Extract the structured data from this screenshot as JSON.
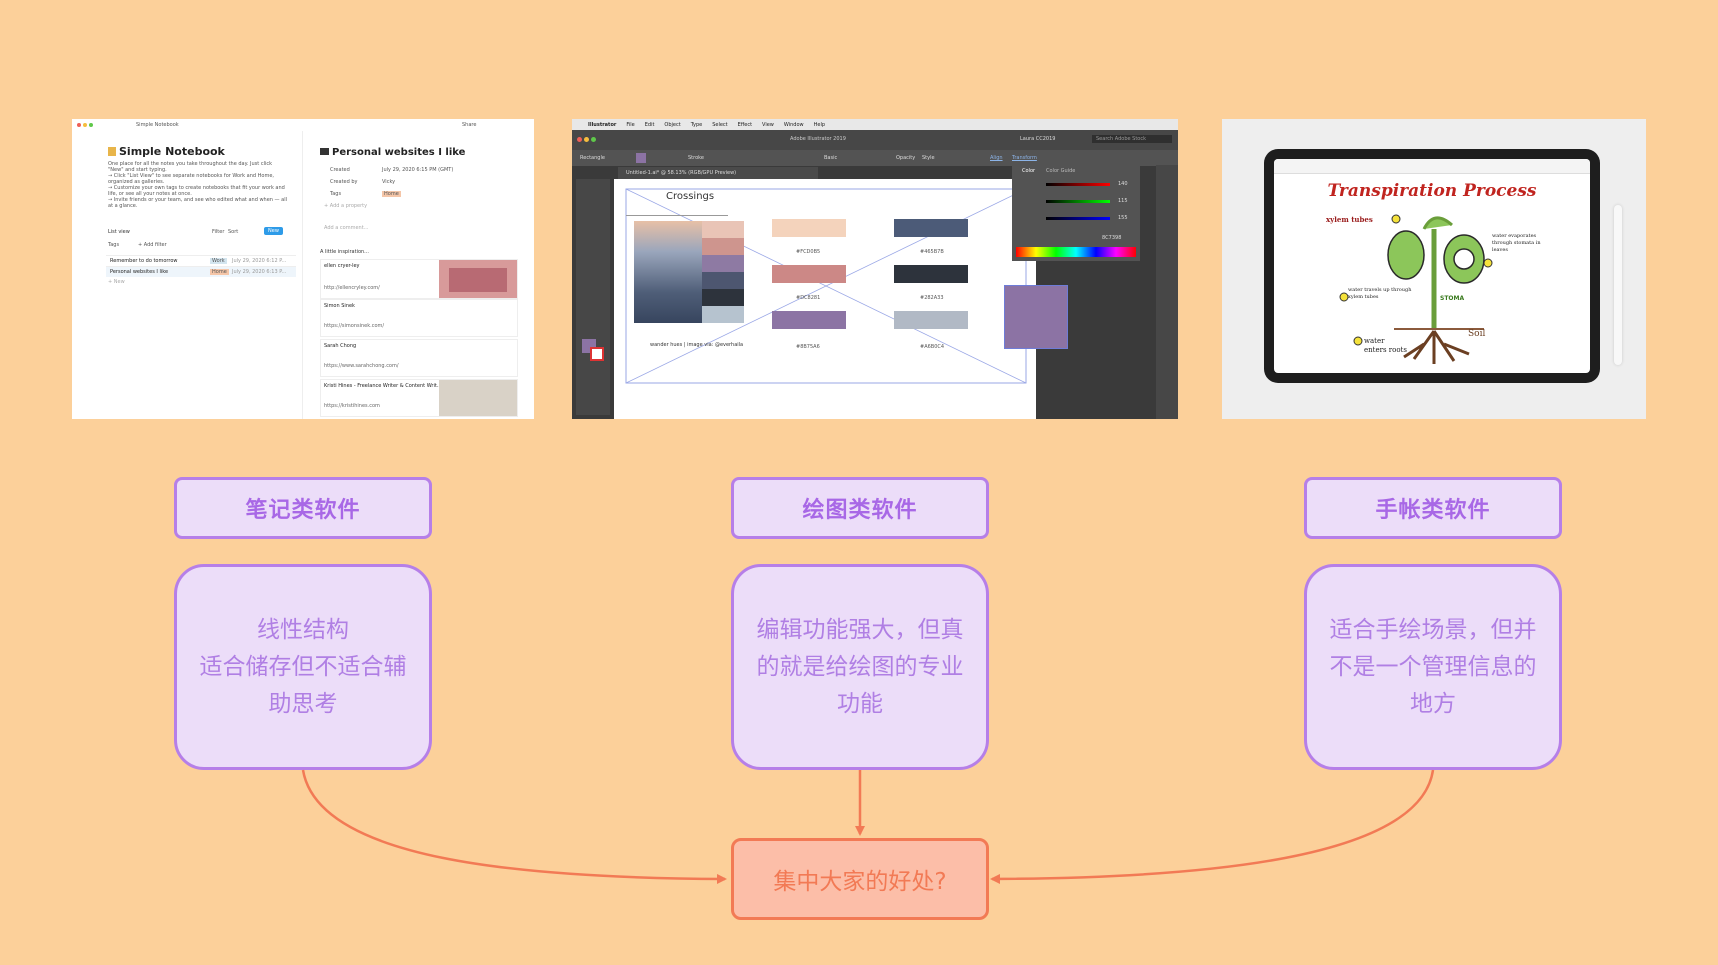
{
  "screenshots": {
    "notion": {
      "app_title": "Simple Notebook",
      "heading": "Simple Notebook",
      "intro_lines": [
        "One place for all the notes you take throughout the day. Just click",
        "\"New\" and start typing.",
        "→ Click \"List View\" to see separate notebooks for Work and Home,",
        "organized as galleries.",
        "→ Customize your own tags to create notebooks that fit your work and",
        "life, or see all your notes at once.",
        "→ Invite friends or your team, and see who edited what and when — all",
        "at a glance."
      ],
      "view_label": "List view",
      "toolbar": [
        "Filter",
        "Sort",
        "New"
      ],
      "tags_label": "Tags",
      "add_filter": "+ Add filter",
      "rows": [
        {
          "title": "Remember to do tomorrow",
          "tag": "Work",
          "date": "July 29, 2020 6:12 P..."
        },
        {
          "title": "Personal websites I like",
          "tag": "Home",
          "date": "July 29, 2020 6:13 P..."
        }
      ],
      "new_row": "+ New",
      "page_title": "Personal websites I like",
      "share": "Share",
      "props": [
        {
          "k": "Created",
          "v": "July 29, 2020 6:15 PM (GMT)"
        },
        {
          "k": "Created by",
          "v": "Vicky"
        },
        {
          "k": "Tags",
          "v": "Home"
        }
      ],
      "add_property": "+ Add a property",
      "add_comment": "Add a comment...",
      "inspiration": "A little inspiration...",
      "cards": [
        {
          "name": "ellen cryer-ley",
          "url": "http://ellencryley.com/"
        },
        {
          "name": "Simon Sinek",
          "url": "https://simonsinek.com/"
        },
        {
          "name": "Sarah Chong",
          "url": "https://www.sarahchong.com/"
        },
        {
          "name": "Kristi Hines - Freelance Writer & Content Writ...",
          "url": "https://kristihines.com"
        }
      ]
    },
    "illustrator": {
      "menu": [
        "Illustrator",
        "File",
        "Edit",
        "Object",
        "Type",
        "Select",
        "Effect",
        "View",
        "Window",
        "Help"
      ],
      "window_title": "Adobe Illustrator 2019",
      "user": "Laura CC2019",
      "search": "Search Adobe Stock",
      "tool_label": "Rectangle",
      "stroke": "Stroke",
      "basic": "Basic",
      "opacity": "Opacity",
      "style": "Style",
      "align": "Align",
      "transform": "Transform",
      "doc_tab": "Untitled-1.ai* @ 58.13% (RGB/GPU Preview)",
      "board_title": "Crossings",
      "credit": "wander hues | image via: @everhaila",
      "swatches": [
        {
          "hex": "#FCD0B5",
          "color": "#F4D3BC"
        },
        {
          "hex": "#465B7B",
          "color": "#4C5B78"
        },
        {
          "hex": "#DC8281",
          "color": "#CC8886"
        },
        {
          "hex": "#282A33",
          "color": "#2D333C"
        },
        {
          "hex": "#8B75A6",
          "color": "#8C74A4"
        },
        {
          "hex": "#A6B0C4",
          "color": "#B1B9C5"
        }
      ],
      "palette_strip": [
        "#E9C4B6",
        "#CE958E",
        "#8E7AA3",
        "#4D5670",
        "#2D333C",
        "#B6C3CF"
      ],
      "color_panel_tabs": [
        "Color",
        "Color Guide"
      ],
      "rgb": [
        "140",
        "115",
        "155"
      ],
      "hex_value": "8C7398",
      "selected_rect_color": "#8C73A4"
    },
    "notability": {
      "title": "Transpiration Process",
      "labels": [
        "xylem tubes",
        "water evaporates through stomata in leaves",
        "water travels up through xylem tubes",
        "STOMA",
        "water enters roots",
        "Soil"
      ]
    }
  },
  "categories": [
    {
      "label": "笔记类软件",
      "desc": [
        "线性结构",
        "适合储存但不适合辅",
        "助思考"
      ]
    },
    {
      "label": "绘图类软件",
      "desc": [
        "编辑功能强大，但真",
        "的就是给绘图的专业",
        "功能"
      ]
    },
    {
      "label": "手帐类软件",
      "desc": [
        "适合手绘场景，但并",
        "不是一个管理信息的",
        "地方"
      ]
    }
  ],
  "goal": "集中大家的好处?",
  "colors": {
    "background": "#FCD09A",
    "label_fill": "#ECDDF9",
    "label_border": "#B67FE8",
    "label_text": "#A868E6",
    "goal_fill": "#FCBEA8",
    "goal_border": "#F27A55",
    "arrow": "#F27A55"
  }
}
